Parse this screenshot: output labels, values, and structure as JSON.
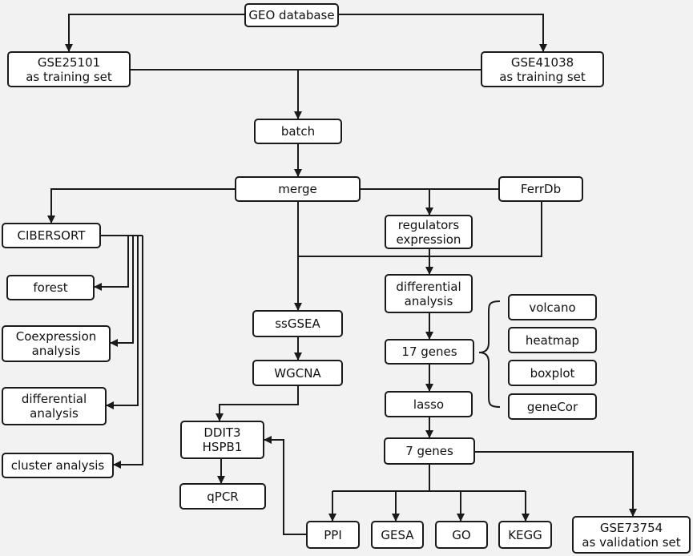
{
  "nodes": {
    "geo": {
      "lines": [
        "GEO database"
      ]
    },
    "gse25101": {
      "lines": [
        "GSE25101",
        "as training set"
      ]
    },
    "gse41038": {
      "lines": [
        "GSE41038",
        "as training set"
      ]
    },
    "batch": {
      "lines": [
        "batch"
      ]
    },
    "merge": {
      "lines": [
        "merge"
      ]
    },
    "ferrdb": {
      "lines": [
        "FerrDb"
      ]
    },
    "cibersort": {
      "lines": [
        "CIBERSORT"
      ]
    },
    "forest": {
      "lines": [
        "forest"
      ]
    },
    "coexpression": {
      "lines": [
        "Coexpression",
        "analysis"
      ]
    },
    "diff_left": {
      "lines": [
        "differential",
        "analysis"
      ]
    },
    "cluster": {
      "lines": [
        "cluster analysis"
      ]
    },
    "regulators": {
      "lines": [
        "regulators",
        "expression"
      ]
    },
    "diff_mid": {
      "lines": [
        "differential",
        "analysis"
      ]
    },
    "ssgsea": {
      "lines": [
        "ssGSEA"
      ]
    },
    "wgcna": {
      "lines": [
        "WGCNA"
      ]
    },
    "genes17": {
      "lines": [
        "17 genes"
      ]
    },
    "lasso": {
      "lines": [
        "lasso"
      ]
    },
    "volcano": {
      "lines": [
        "volcano"
      ]
    },
    "heatmap": {
      "lines": [
        "heatmap"
      ]
    },
    "boxplot": {
      "lines": [
        "boxplot"
      ]
    },
    "genecor": {
      "lines": [
        "geneCor"
      ]
    },
    "ddit3": {
      "lines": [
        "DDIT3",
        "HSPB1"
      ]
    },
    "qpcr": {
      "lines": [
        "qPCR"
      ]
    },
    "genes7": {
      "lines": [
        "7 genes"
      ]
    },
    "ppi": {
      "lines": [
        "PPI"
      ]
    },
    "gesa": {
      "lines": [
        "GESA"
      ]
    },
    "go": {
      "lines": [
        "GO"
      ]
    },
    "kegg": {
      "lines": [
        "KEGG"
      ]
    },
    "gse73754": {
      "lines": [
        "GSE73754",
        "as validation set"
      ]
    }
  },
  "colors": {
    "background": "#f2f2f2",
    "box_fill": "#ffffff",
    "line": "#1a1a1a"
  }
}
